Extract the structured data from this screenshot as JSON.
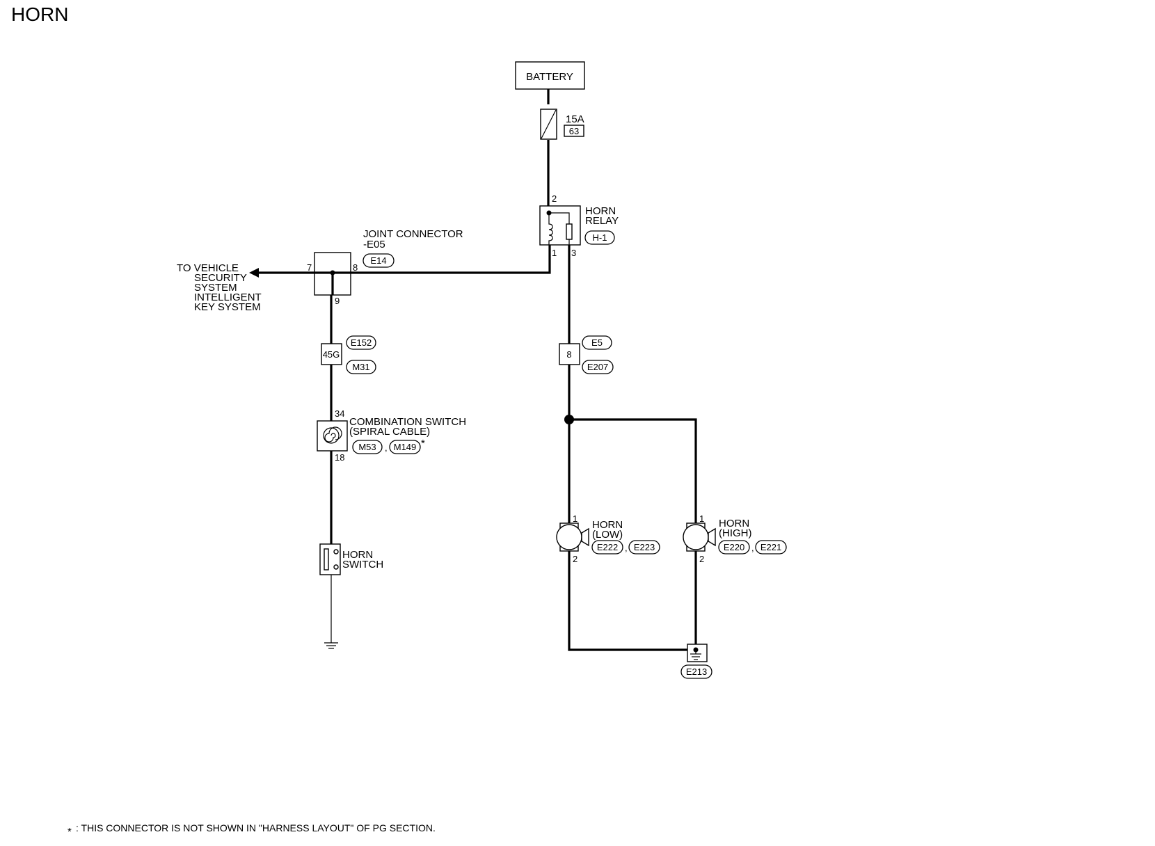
{
  "title": "HORN",
  "battery": "BATTERY",
  "fuse": {
    "rating": "15A",
    "number": "63"
  },
  "horn_relay": {
    "label_line1": "HORN",
    "label_line2": "RELAY",
    "connector": "H-1",
    "pins": {
      "top": "2",
      "bottom_left": "1",
      "bottom_right": "3"
    }
  },
  "joint_connector": {
    "label_line1": "JOINT CONNECTOR",
    "label_line2": "-E05",
    "connector": "E14",
    "pins": {
      "left": "7",
      "right": "8",
      "bottom": "9"
    }
  },
  "vehicle_security": {
    "line1": "TO VEHICLE",
    "line2": "SECURITY",
    "line3": "SYSTEM",
    "line4": "INTELLIGENT",
    "line5": "KEY SYSTEM"
  },
  "inline_left": {
    "pin": "45G",
    "connector_top": "E152",
    "connector_bottom": "M31"
  },
  "inline_right": {
    "pin": "8",
    "connector_top": "E5",
    "connector_bottom": "E207"
  },
  "combination_switch": {
    "label_line1": "COMBINATION SWITCH",
    "label_line2": "(SPIRAL CABLE)",
    "connector_1": "M53",
    "connector_2": "M149",
    "separator": ",",
    "asterisk": "*",
    "pin_top": "34",
    "pin_bottom": "18"
  },
  "horn_switch": {
    "label_line1": "HORN",
    "label_line2": "SWITCH"
  },
  "horn_low": {
    "label_line1": "HORN",
    "label_line2": "(LOW)",
    "connector_1": "E222",
    "connector_2": "E223",
    "separator": ",",
    "pin_top": "1",
    "pin_bottom": "2"
  },
  "horn_high": {
    "label_line1": "HORN",
    "label_line2": "(HIGH)",
    "connector_1": "E220",
    "connector_2": "E221",
    "separator": ",",
    "pin_top": "1",
    "pin_bottom": "2"
  },
  "ground_connector": "E213",
  "footnote": {
    "mark": "*",
    "text": ": THIS CONNECTOR IS NOT SHOWN IN \"HARNESS LAYOUT\" OF PG SECTION."
  }
}
